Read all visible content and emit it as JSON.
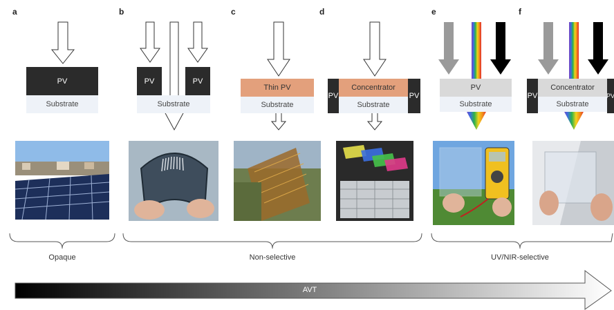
{
  "panels": [
    {
      "letter": "a"
    },
    {
      "letter": "b"
    },
    {
      "letter": "c"
    },
    {
      "letter": "d"
    },
    {
      "letter": "e"
    },
    {
      "letter": "f"
    }
  ],
  "labels": {
    "pv": "PV",
    "thin_pv": "Thin PV",
    "concentrator": "Concentrator",
    "substrate": "Substrate"
  },
  "groups": {
    "opaque": "Opaque",
    "non_selective": "Non-selective",
    "uv_nir_selective": "UV/NIR-selective"
  },
  "gradient_arrow": {
    "label": "AVT"
  },
  "colors": {
    "pv_dark": "#2b2b2b",
    "thin_pv": "#e3a07c",
    "substrate": "#eef2f8",
    "uv_gray": "#9a9a9a",
    "nir_black": "#000000"
  }
}
